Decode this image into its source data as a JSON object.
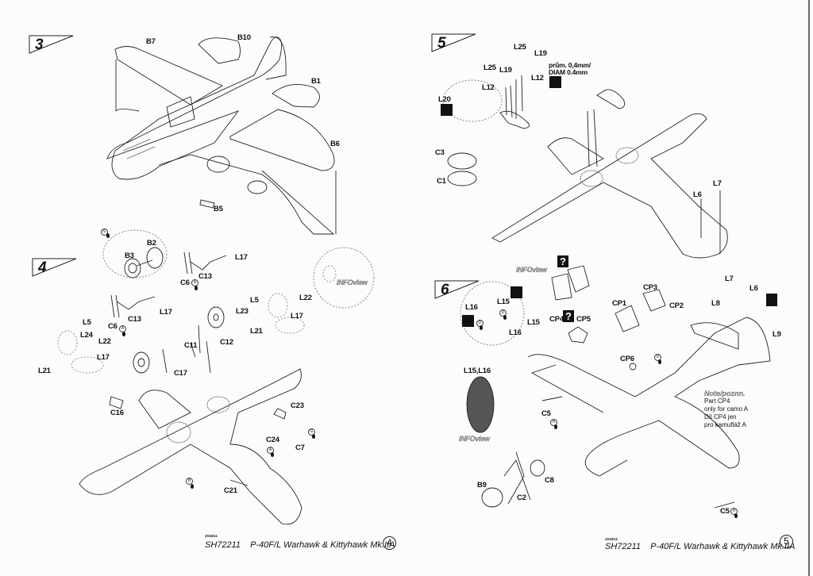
{
  "document": {
    "type": "model kit assembly instructions",
    "pages": [
      {
        "page_number": "4",
        "footer": {
          "date_code": "2016/11",
          "kit_code": "SH72211",
          "kit_title": "P-40F/L Warhawk & Kittyhawk Mk.IIA"
        },
        "steps": [
          {
            "number": "3",
            "parts": [
              "B7",
              "B10",
              "B1",
              "B6",
              "B5"
            ]
          },
          {
            "number": "4",
            "parts": [
              "B2",
              "B3",
              "L17",
              "C13",
              "C6",
              "L17",
              "C13",
              "C6",
              "L5",
              "L22",
              "L23",
              "L17",
              "L21",
              "L5",
              "L24",
              "L22",
              "L17",
              "L21",
              "C11",
              "C12",
              "C17",
              "C16",
              "C23",
              "C24",
              "C7",
              "C21"
            ],
            "info_label": "INFOview",
            "paint_refs": [
              "G",
              "A",
              "A",
              "B",
              "A",
              "G"
            ]
          }
        ]
      },
      {
        "page_number": "5",
        "footer": {
          "date_code": "2016/11",
          "kit_code": "SH72211",
          "kit_title": "P-40F/L Warhawk & Kittyhawk Mk.IIA"
        },
        "steps": [
          {
            "number": "5",
            "parts": [
              "L25",
              "L19",
              "L25",
              "L19",
              "L12",
              "L12",
              "L20",
              "C3",
              "C1",
              "L7",
              "L6"
            ],
            "drill_note": "prům. 0,4mm/\nDIAM 0.4mm"
          },
          {
            "number": "6",
            "parts": [
              "L16",
              "L15",
              "L15",
              "L16",
              "CP4",
              "CP5",
              "CP1",
              "CP3",
              "CP2",
              "CP6",
              "L7",
              "L6",
              "L8",
              "L9",
              "L15,L16",
              "C5",
              "C5",
              "C8",
              "B9",
              "C2"
            ],
            "info_label": "INFOview",
            "paint_refs": [
              "D",
              "D",
              "D",
              "H",
              "H"
            ],
            "note": {
              "title": "Note/poznn.",
              "lines": [
                "Part CP4",
                "only for camo A",
                "Díl CP4 jen",
                "pro kamufláž A"
              ]
            }
          }
        ]
      }
    ]
  },
  "labels": {
    "s3": {
      "B7": "B7",
      "B10": "B10",
      "B1": "B1",
      "B6": "B6",
      "B5": "B5"
    },
    "s4": {
      "B2": "B2",
      "B3": "B3",
      "L17a": "L17",
      "C13a": "C13",
      "C6a": "C6",
      "L17b": "L17",
      "C13b": "C13",
      "C6b": "C6",
      "L5a": "L5",
      "L22a": "L22",
      "L23": "L23",
      "L17c": "L17",
      "L21a": "L21",
      "L5b": "L5",
      "L24": "L24",
      "L22b": "L22",
      "L17d": "L17",
      "L21b": "L21",
      "C11": "C11",
      "C12": "C12",
      "C17": "C17",
      "C16": "C16",
      "C23": "C23",
      "C24": "C24",
      "C7": "C7",
      "C21": "C21"
    },
    "s5": {
      "L25a": "L25",
      "L19a": "L19",
      "L25b": "L25",
      "L19b": "L19",
      "L12a": "L12",
      "L12b": "L12",
      "L20": "L20",
      "C3": "C3",
      "C1": "C1",
      "L7": "L7",
      "L6": "L6",
      "drill1": "prům. 0,4mm/",
      "drill2": "DIAM 0.4mm"
    },
    "s6": {
      "L16a": "L16",
      "L15a": "L15",
      "L15b": "L15",
      "L16b": "L16",
      "CP4": "CP4",
      "CP5": "CP5",
      "CP1": "CP1",
      "CP3": "CP3",
      "CP2": "CP2",
      "CP6": "CP6",
      "L7": "L7",
      "L6": "L6",
      "L8": "L8",
      "L9": "L9",
      "L1516": "L15,L16",
      "C5a": "C5",
      "C5b": "C5",
      "C8": "C8",
      "B9": "B9",
      "C2": "C2"
    },
    "steps": {
      "s3": "3",
      "s4": "4",
      "s5": "5",
      "s6": "6"
    },
    "info": "INFOview",
    "q": "?",
    "paint": {
      "G": "G",
      "A": "A",
      "B": "B",
      "D": "D",
      "H": "H"
    },
    "note": {
      "title": "Note/poznn.",
      "l1": "Part CP4",
      "l2": "only for camo A",
      "l3": "Díl CP4 jen",
      "l4": "pro kamufláž A"
    },
    "footer": {
      "date": "2016/11",
      "code": "SH72211",
      "title": "P-40F/L Warhawk & Kittyhawk Mk.IIA",
      "p4": "4",
      "p5": "5"
    }
  }
}
